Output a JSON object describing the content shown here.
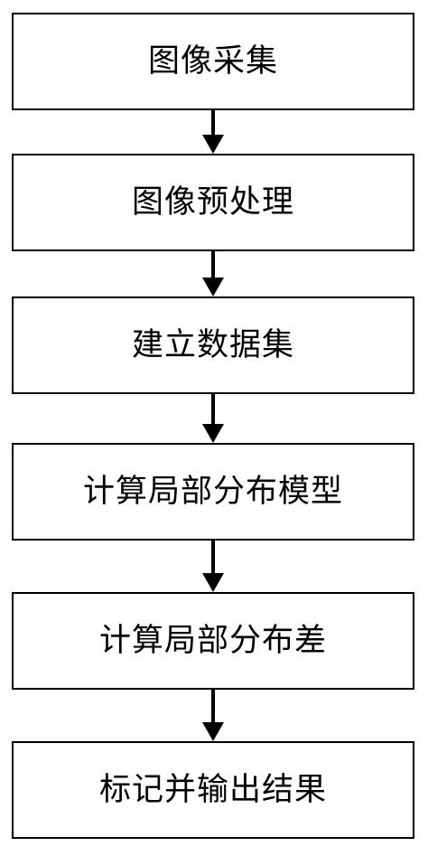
{
  "flowchart": {
    "steps": [
      {
        "label": "图像采集"
      },
      {
        "label": "图像预处理"
      },
      {
        "label": "建立数据集"
      },
      {
        "label": "计算局部分布模型"
      },
      {
        "label": "计算局部分布差"
      },
      {
        "label": "标记并输出结果"
      }
    ],
    "colors": {
      "border": "#000000",
      "text": "#000000",
      "arrow": "#000000",
      "background": "#ffffff"
    }
  }
}
